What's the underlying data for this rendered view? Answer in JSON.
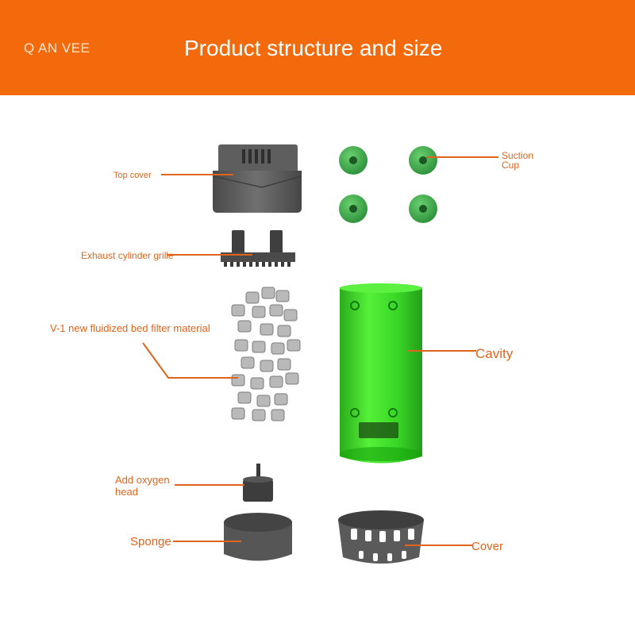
{
  "header": {
    "brand": "Q AN VEE",
    "title": "Product structure and size",
    "background_color": "#f26a0c"
  },
  "labels": {
    "top_cover": "Top cover",
    "suction_cup_line1": "Suction",
    "suction_cup_line2": "Cup",
    "exhaust_grille": "Exhaust cylinder grille",
    "filter_material": "V-1 new fluidized bed filter material",
    "cavity": "Cavity",
    "oxygen_head_line1": "Add oxygen",
    "oxygen_head_line2": "head",
    "sponge": "Sponge",
    "cover": "Cover"
  },
  "colors": {
    "label_orange": "#e0641c",
    "part_gray": "#5b5b5b",
    "cavity_green": "#2ecc1e",
    "cup_green": "#3aaa48"
  }
}
